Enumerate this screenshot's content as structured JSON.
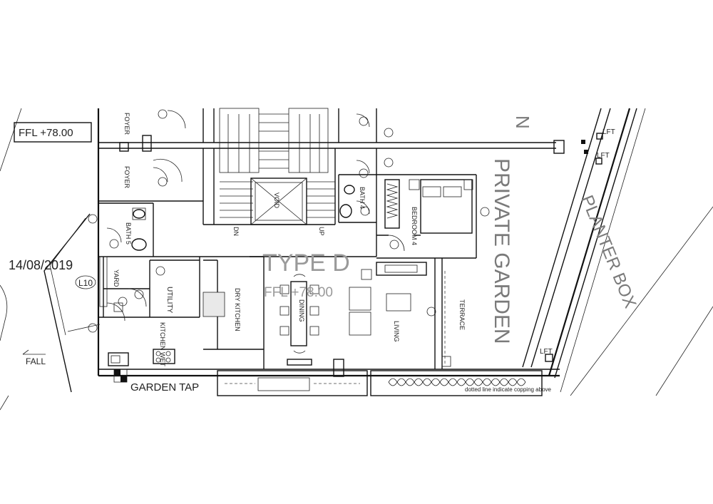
{
  "labels": {
    "ffl_box": "FFL  +78.00",
    "date": "14/08/2019",
    "level": "L10",
    "fall": "FALL",
    "garden_tap": "GARDEN TAP",
    "type": "TYPE D",
    "ffl_center": "FFL +78.00",
    "private_garden": "PRIVATE GARDEN",
    "planter_box": "PLANTER BOX",
    "lft_1": "LFT",
    "lft_2": "LFT",
    "lft_3": "LFT",
    "note": "dotted line indicate copping above",
    "foyer_1": "FOYER",
    "foyer_2": "FOYER",
    "bath_5": "BATH 5",
    "bath_4": "BATH 4",
    "bedroom_4": "BEDROOM 4",
    "yard": "YARD",
    "utility": "UTILITY",
    "kitchen_wet": "KITCHEN WET",
    "dry_kitchen": "DRY KITCHEN",
    "dining": "DINING",
    "living": "LIVING",
    "terrace": "TERRACE",
    "void": "VOID",
    "up": "UP",
    "dn": "DN",
    "partial_letter": "N"
  },
  "colors": {
    "line": "#111111",
    "fill": "#e9e9e9",
    "background": "#ffffff"
  }
}
